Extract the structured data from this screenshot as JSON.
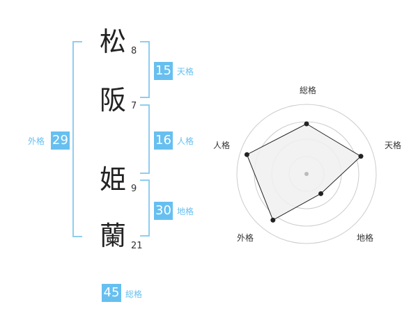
{
  "name": {
    "chars": [
      {
        "char": "松",
        "strokes": "8"
      },
      {
        "char": "阪",
        "strokes": "7"
      },
      {
        "char": "姫",
        "strokes": "9"
      },
      {
        "char": "蘭",
        "strokes": "21"
      }
    ]
  },
  "fortunes": {
    "tenkaku": {
      "value": "15",
      "label": "天格"
    },
    "jinkaku": {
      "value": "16",
      "label": "人格"
    },
    "chikaku": {
      "value": "30",
      "label": "地格"
    },
    "gaikaku": {
      "value": "29",
      "label": "外格"
    },
    "soukaku": {
      "value": "45",
      "label": "総格"
    }
  },
  "chart_data": {
    "type": "radar",
    "axes": [
      "総格",
      "天格",
      "地格",
      "外格",
      "人格"
    ],
    "values": [
      0.72,
      0.82,
      0.35,
      0.82,
      0.9
    ],
    "range": [
      0,
      1
    ],
    "rings": 4,
    "colors": {
      "fill": "#f0f0f0",
      "stroke": "#222222",
      "ring": "#cccccc",
      "center": "#bbbbbb"
    }
  },
  "colors": {
    "accent": "#67bff0",
    "bracket": "#8fcdf0",
    "text": "#222222"
  }
}
